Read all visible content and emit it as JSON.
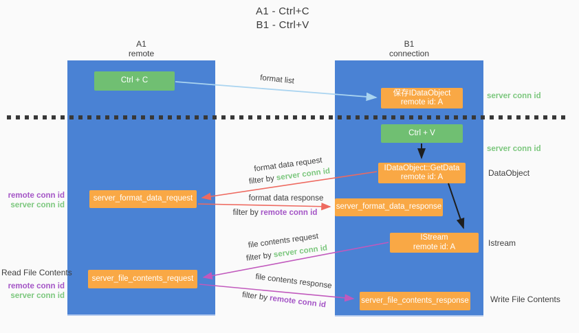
{
  "title": {
    "line1": "A1 - Ctrl+C",
    "line2": "B1 - Ctrl+V"
  },
  "lifelines": {
    "a": {
      "name": "A1",
      "role": "remote"
    },
    "b": {
      "name": "B1",
      "role": "connection"
    }
  },
  "nodes": {
    "ctrl_c": {
      "label": "Ctrl + C"
    },
    "ctrl_v": {
      "label": "Ctrl + V"
    },
    "save_idataobject": {
      "line1": "保存IDataObject",
      "line2": "remote id: A"
    },
    "idataobject_getdata": {
      "line1": "IDataObject::GetData",
      "line2": "remote id: A"
    },
    "istream": {
      "line1": "IStream",
      "line2": "remote id: A"
    },
    "server_format_data_request": {
      "label": "server_format_data_request"
    },
    "server_format_data_response": {
      "label": "server_format_data_response"
    },
    "server_file_contents_request": {
      "label": "server_file_contents_request"
    },
    "server_file_contents_response": {
      "label": "server_file_contents_response"
    }
  },
  "flow_labels": {
    "format_list": "format list",
    "format_data_request": "format data request",
    "format_data_response": "format data response",
    "file_contents_request": "file contents request",
    "file_contents_response": "file contents response",
    "filter_by": "filter by",
    "server_conn_id": "server conn id",
    "remote_conn_id": "remote conn id"
  },
  "annotations": {
    "right": {
      "server_conn_id_top": "server conn id",
      "server_conn_id_mid": "server conn id",
      "dataobject": "DataObject",
      "istream": "Istream",
      "write_file_contents": "Write File Contents"
    },
    "left": {
      "remote_conn_id_top": "remote conn id",
      "server_conn_id_top": "server conn id",
      "read_file_contents": "Read File Contents",
      "remote_conn_id_bottom": "remote conn id",
      "server_conn_id_bottom": "server conn id"
    }
  },
  "colors": {
    "lifeline_blue": "#4a82d4",
    "action_green": "#70bf72",
    "message_orange": "#f9a845",
    "arrow_light_blue": "#aad4f0",
    "arrow_red": "#ee6a60",
    "arrow_magenta": "#c159bd",
    "arrow_black": "#1e1e1e",
    "label_green": "#7cc77e",
    "label_purple": "#a455c6",
    "text_dark": "#3d3d3d",
    "background": "#fafafa"
  }
}
